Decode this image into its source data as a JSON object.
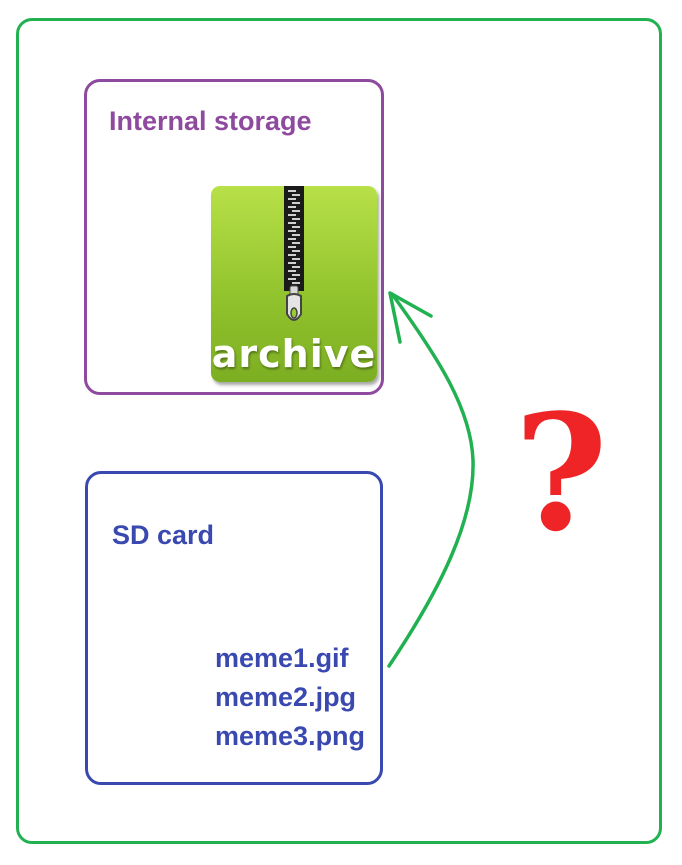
{
  "internal_storage": {
    "title": "Internal storage",
    "icon": {
      "name": "archive-icon",
      "label": "archive"
    }
  },
  "sd_card": {
    "title": "SD card",
    "files": [
      "meme1.gif",
      "meme2.jpg",
      "meme3.png"
    ]
  },
  "unknown_marker": "?",
  "colors": {
    "outer_frame": "#22b150",
    "internal_storage": "#8e4a9e",
    "sd_card": "#3a49b0",
    "arrow": "#22b150",
    "question_mark": "#ee2427"
  }
}
